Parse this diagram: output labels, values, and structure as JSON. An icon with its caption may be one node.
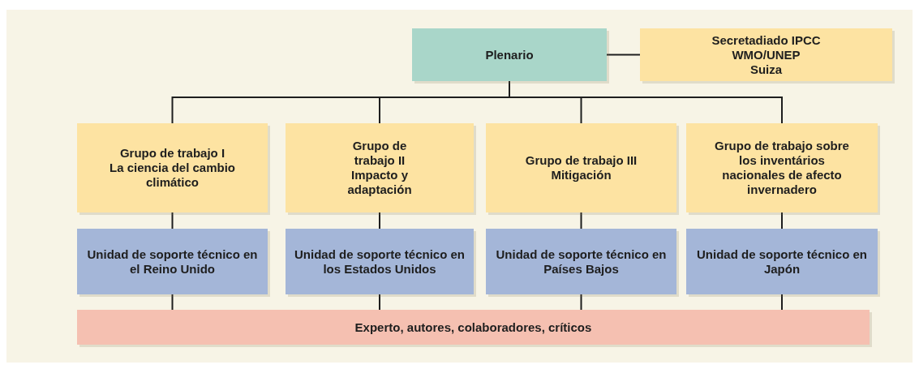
{
  "diagram": {
    "nodes": [
      {
        "text": [
          "Plenario"
        ]
      },
      {
        "text": [
          "Secretadiado IPCC",
          "WMO/UNEP",
          "Suiza"
        ]
      },
      {
        "text": [
          "Grupo de trabajo I",
          "La ciencia del cambio climático"
        ]
      },
      {
        "text": [
          "Grupo de trabajo II",
          "Impacto y adaptación"
        ]
      },
      {
        "text": [
          "Grupo de trabajo III",
          "Mitigación"
        ]
      },
      {
        "text": [
          "Grupo de trabajo sobre los inventários nacionales de afecto invernadero"
        ]
      },
      {
        "text": [
          "Unidad de soporte técnico en el Reino Unido"
        ]
      },
      {
        "text": [
          "Unidad de soporte técnico en los Estados Unidos"
        ]
      },
      {
        "text": [
          "Unidad de soporte técnico en Países Bajos"
        ]
      },
      {
        "text": [
          "Unidad de soporte técnico en Japón"
        ]
      },
      {
        "text": [
          "Experto, autores, colaboradores, críticos"
        ]
      }
    ],
    "edges": [
      {
        "from": 0,
        "to": 1,
        "arrow": "none"
      },
      {
        "from": 0,
        "to": 2,
        "arrow": "none"
      },
      {
        "from": 0,
        "to": 3,
        "arrow": "none"
      },
      {
        "from": 0,
        "to": 4,
        "arrow": "none"
      },
      {
        "from": 0,
        "to": 5,
        "arrow": "none"
      },
      {
        "from": 2,
        "to": 6,
        "arrow": "none"
      },
      {
        "from": 3,
        "to": 7,
        "arrow": "none"
      },
      {
        "from": 4,
        "to": 8,
        "arrow": "none"
      },
      {
        "from": 5,
        "to": 9,
        "arrow": "none"
      },
      {
        "from": 6,
        "to": 10,
        "arrow": "none"
      },
      {
        "from": 7,
        "to": 10,
        "arrow": "none"
      },
      {
        "from": 8,
        "to": 10,
        "arrow": "none"
      },
      {
        "from": 9,
        "to": 10,
        "arrow": "none"
      }
    ]
  }
}
